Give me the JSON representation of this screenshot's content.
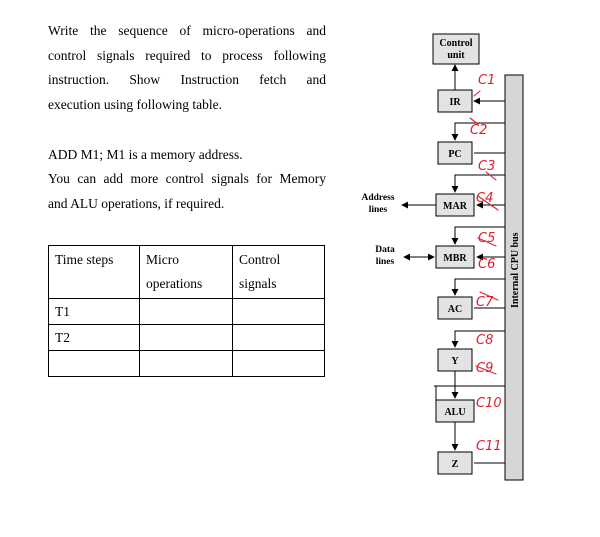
{
  "question": {
    "lines": [
      "Write the sequence of micro-operations and",
      "control signals required to process following",
      "instruction. Show Instruction fetch and",
      "execution using following table."
    ],
    "add_line": "ADD M1; M1 is a memory address.",
    "extra_lines": [
      "You can add more control signals for Memory",
      "and ALU operations, if required."
    ]
  },
  "table": {
    "headers": [
      "Time steps",
      "Micro operations",
      "Control signals"
    ],
    "rows": [
      [
        "T1",
        "",
        ""
      ],
      [
        "T2",
        "",
        ""
      ],
      [
        "",
        "",
        ""
      ]
    ]
  },
  "diagram": {
    "blocks": {
      "control_unit": "Control unit",
      "ir": "IR",
      "pc": "PC",
      "mar": "MAR",
      "mbr": "MBR",
      "ac": "AC",
      "y": "Y",
      "alu": "ALU",
      "z": "Z"
    },
    "address_lines": "Address lines",
    "data_lines": "Data lines",
    "bus_label": "Internal CPU bus",
    "handwritten_signals": [
      "C1",
      "C2",
      "C3",
      "C4",
      "C5",
      "C6",
      "C7",
      "C8",
      "C9",
      "C10",
      "C11"
    ]
  },
  "colors": {
    "annotation": "#e0202c",
    "block_fill": "#e3e3e3",
    "bus_fill": "#d6d6d6"
  }
}
